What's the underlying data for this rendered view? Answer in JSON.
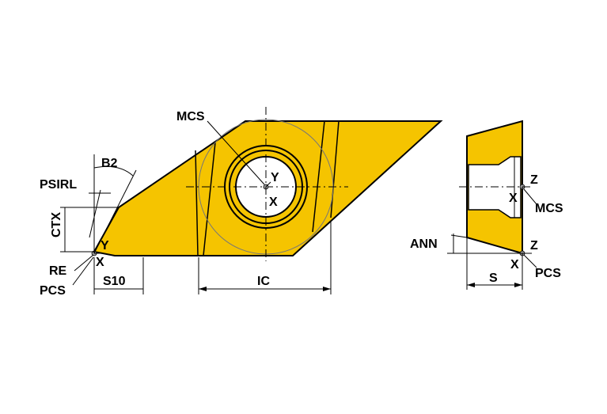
{
  "colors": {
    "insert_fill": "#F5C400",
    "line": "#000000",
    "hole": "#FFFFFF",
    "point": "#9A9A9A"
  },
  "labels": {
    "mcs_top": "MCS",
    "b2": "B2",
    "psirl": "PSIRL",
    "ctx": "CTX",
    "re": "RE",
    "pcs_left": "PCS",
    "s10": "S10",
    "ic": "IC",
    "y_tip": "Y",
    "x_tip": "X",
    "y_center": "Y",
    "x_center": "X",
    "ann": "ANN",
    "z_mcs": "Z",
    "x_mcs": "X",
    "mcs_side": "MCS",
    "z_pcs": "Z",
    "x_pcs": "X",
    "pcs_side": "PCS",
    "s": "S"
  }
}
